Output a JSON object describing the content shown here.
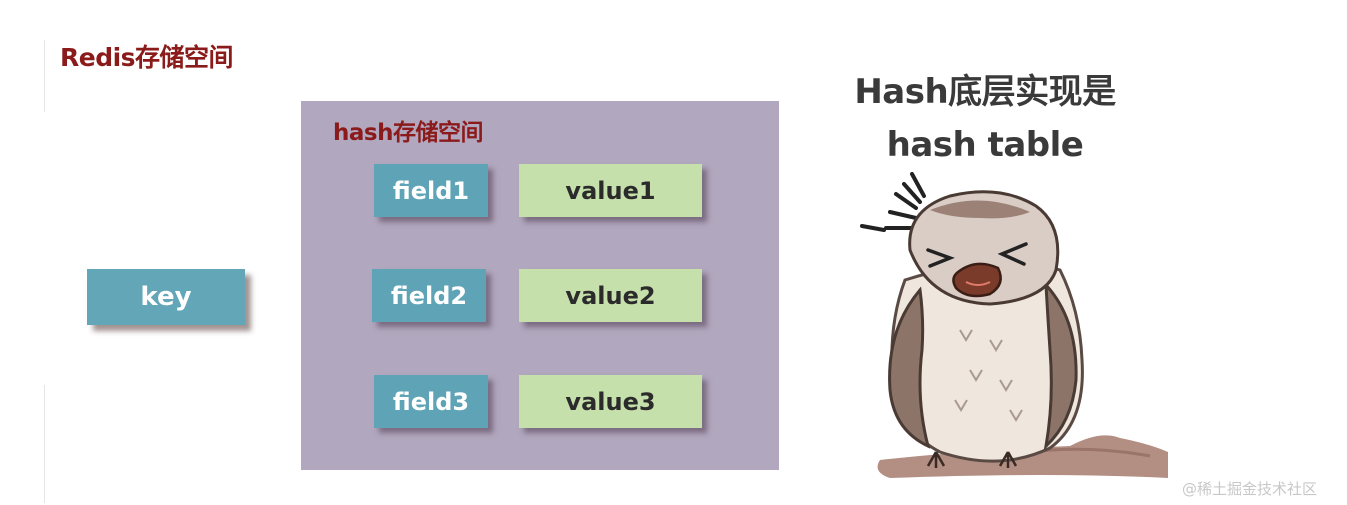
{
  "redis_space_title": "Redis存储空间",
  "key_label": "key",
  "hash_space": {
    "title": "hash存储空间",
    "pairs": [
      {
        "field": "field1",
        "value": "value1"
      },
      {
        "field": "field2",
        "value": "value2"
      },
      {
        "field": "field3",
        "value": "value3"
      }
    ]
  },
  "caption": {
    "line1": "Hash底层实现是",
    "line2": "hash table"
  },
  "watermark": "@稀土掘金技术社区",
  "colors": {
    "title_red": "#8b1a1a",
    "key_blue": "#62a6b8",
    "field_blue": "#5ea3b6",
    "value_green": "#c6e0ab",
    "hash_purple": "#b1a7be"
  },
  "illustration": "owl-cartoon"
}
